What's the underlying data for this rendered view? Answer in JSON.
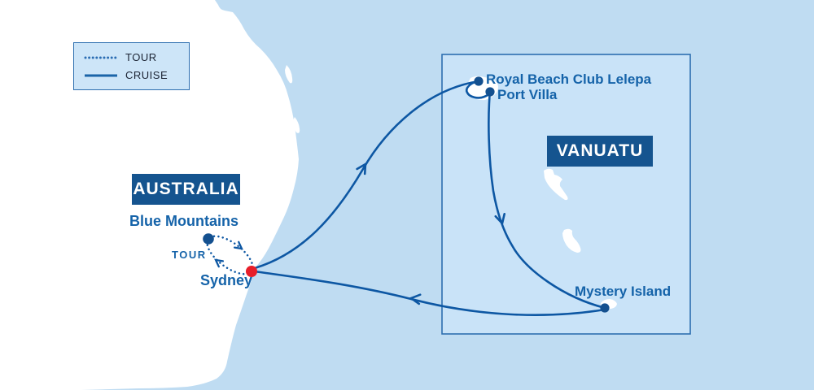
{
  "title": "Sydney to Vanuatu cruise and tour itinerary map",
  "legend": {
    "items": [
      {
        "label": "TOUR",
        "style": "dotted"
      },
      {
        "label": "CRUISE",
        "style": "solid"
      }
    ]
  },
  "regions": {
    "australia": "AUSTRALIA",
    "vanuatu": "VANUATU"
  },
  "places": {
    "blue_mountains": "Blue Mountains",
    "sydney": "Sydney",
    "royal_beach_club": "Royal Beach Club Lelepa",
    "port_villa": "Port Villa",
    "mystery_island": "Mystery Island"
  },
  "annotations": {
    "tour": "TOUR"
  },
  "routes": {
    "tour": "Sydney – Blue Mountains round-trip (dotted loop)",
    "cruise_outbound": "Sydney to Royal Beach Club Lelepa / Port Villa",
    "cruise_middle": "Port Villa to Mystery Island",
    "cruise_return": "Mystery Island to Sydney"
  },
  "colors": {
    "ocean": "#bfdcf2",
    "land": "#ffffff",
    "route_blue": "#0d57a3",
    "marker_navy": "#14508f",
    "label_blue": "#1563a9",
    "badge_blue": "#15548f",
    "sydney_red": "#e71e29",
    "box_fill": "#c9e3f8",
    "box_border": "#2e6fb0"
  }
}
